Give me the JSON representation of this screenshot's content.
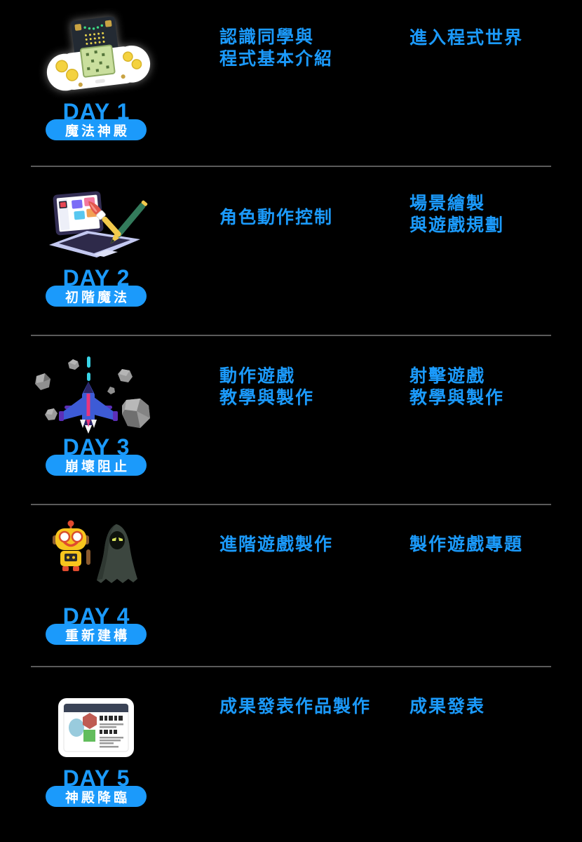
{
  "colors": {
    "background": "#000000",
    "accent_blue": "#1B9AFB",
    "badge_background": "#1B9AFB",
    "badge_text": "#FFFFFF",
    "divider_gray": "#5A5A5A"
  },
  "rows": [
    {
      "day_label": "DAY 1",
      "badge": "魔法神殿",
      "illustration": "microbit-game-controller",
      "col1": [
        "認識同學與",
        "程式基本介紹"
      ],
      "col2": [
        "進入程式世界"
      ]
    },
    {
      "day_label": "DAY 2",
      "badge": "初階魔法",
      "illustration": "laptop-with-paintbrush-and-pencil",
      "col1": [
        "角色動作控制"
      ],
      "col2": [
        "場景繪製",
        "與遊戲規劃"
      ]
    },
    {
      "day_label": "DAY 3",
      "badge": "崩壞阻止",
      "illustration": "spaceship-shooting-asteroids",
      "col1": [
        "動作遊戲",
        "教學與製作"
      ],
      "col2": [
        "射擊遊戲",
        "教學與製作"
      ]
    },
    {
      "day_label": "DAY 4",
      "badge": "重新建構",
      "illustration": "robot-and-hooded-figure",
      "col1": [
        "進階遊戲製作"
      ],
      "col2": [
        "製作遊戲專題"
      ]
    },
    {
      "day_label": "DAY 5",
      "badge": "神殿降臨",
      "illustration": "presentation-board",
      "col1": [
        "成果發表作品製作"
      ],
      "col2": [
        "成果發表"
      ]
    }
  ]
}
